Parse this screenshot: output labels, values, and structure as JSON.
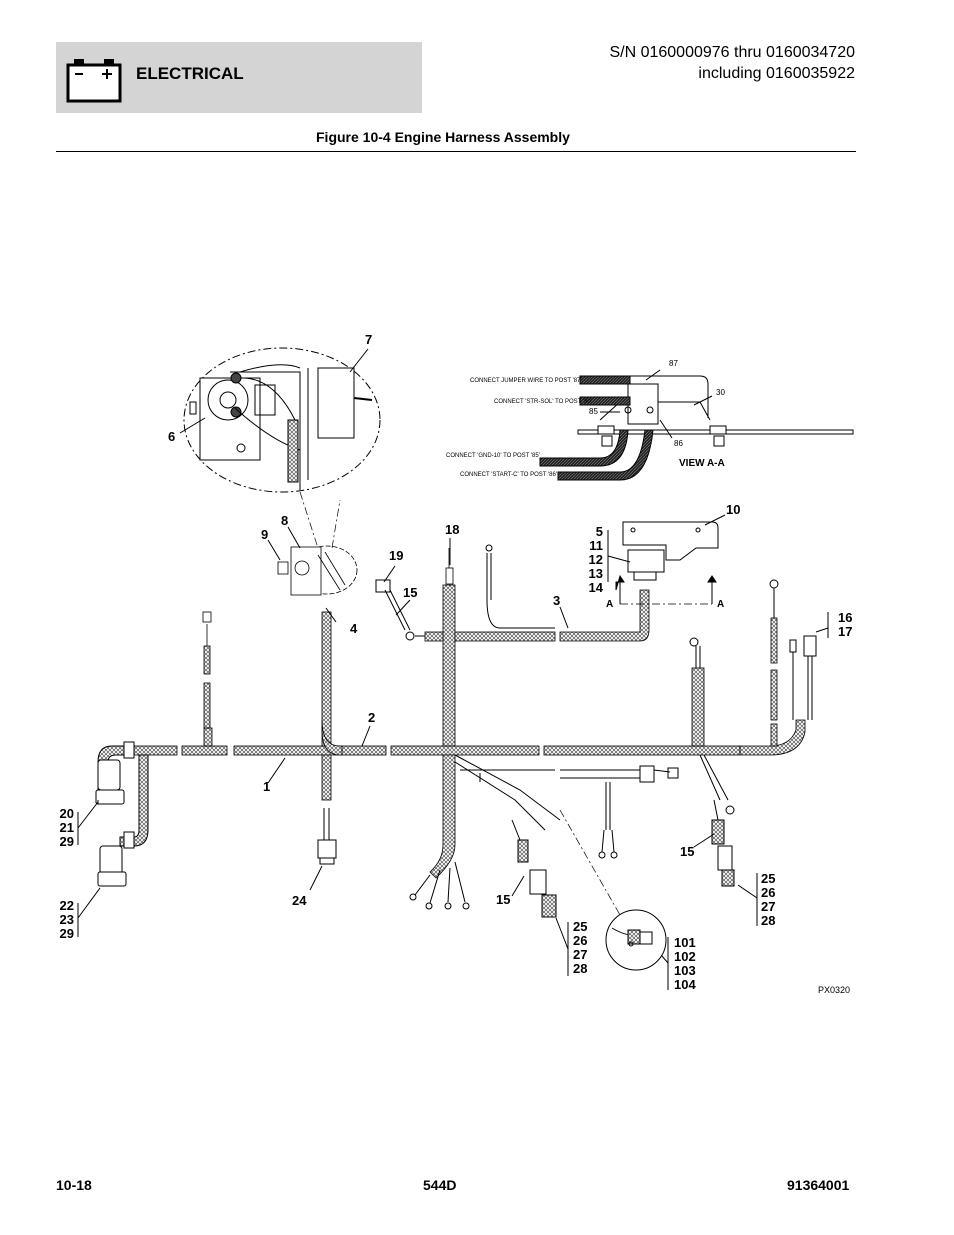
{
  "header": {
    "section": "ELECTRICAL",
    "sn_line1": "S/N 0160000976 thru 0160034720",
    "sn_line2": "including 0160035922",
    "battery_icon": "battery-icon"
  },
  "figure": {
    "title": "Figure 10-4 Engine Harness Assembly"
  },
  "callouts": {
    "c1": "1",
    "c2": "2",
    "c3": "3",
    "c4": "4",
    "c6": "6",
    "c7": "7",
    "c8": "8",
    "c9": "9",
    "c10": "10",
    "c15a": "15",
    "c15b": "15",
    "c15c": "15",
    "c18": "18",
    "c19": "19",
    "c24": "24"
  },
  "callout_groups": {
    "g_5": [
      "5",
      "11",
      "12",
      "13",
      "14"
    ],
    "g_16": [
      "16",
      "17"
    ],
    "g_20": [
      "20",
      "21",
      "29"
    ],
    "g_22": [
      "22",
      "23",
      "29"
    ],
    "g_25a": [
      "25",
      "26",
      "27",
      "28"
    ],
    "g_25b": [
      "25",
      "26",
      "27",
      "28"
    ],
    "g_101": [
      "101",
      "102",
      "103",
      "104"
    ]
  },
  "view_aa": {
    "note_87": "CONNECT JUMPER WIRE TO POST '87'",
    "note_30": "CONNECT 'STR-SOL' TO POST '30'",
    "note_gnd": "CONNECT 'GND-10' TO POST '85'",
    "note_start": "CONNECT 'START-C' TO POST '86'",
    "post_87": "87",
    "post_30": "30",
    "post_85": "85",
    "post_86": "86",
    "label": "VIEW A-A",
    "section_a_left": "A",
    "section_a_right": "A"
  },
  "figure_id": "PX0320",
  "footer": {
    "page": "10-18",
    "model": "544D",
    "doc": "91364001"
  }
}
